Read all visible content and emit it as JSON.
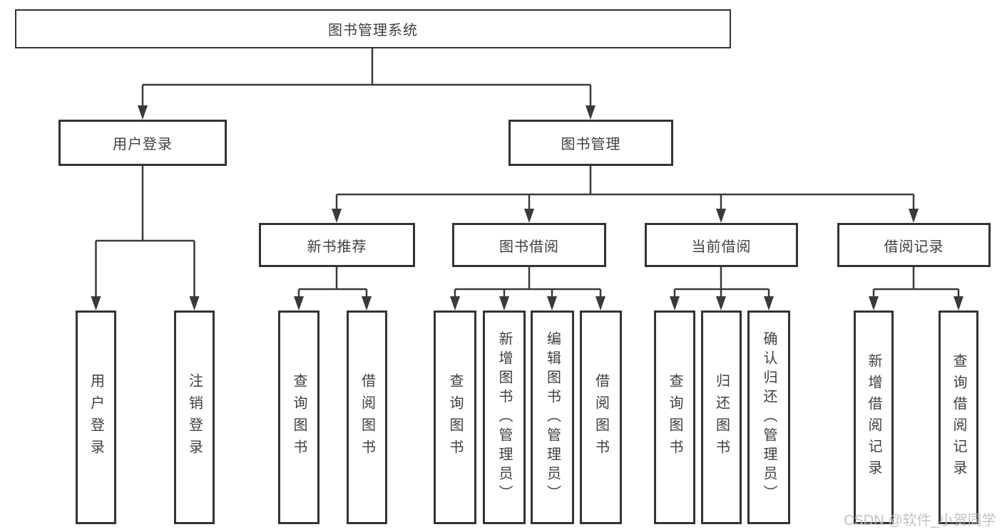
{
  "tree": {
    "root": {
      "label": "图书管理系统",
      "children": [
        {
          "label": "用户登录",
          "children": [
            {
              "label": "用户登录"
            },
            {
              "label": "注销登录"
            }
          ]
        },
        {
          "label": "图书管理",
          "children": [
            {
              "label": "新书推荐",
              "children": [
                {
                  "label": "查询图书"
                },
                {
                  "label": "借阅图书"
                }
              ]
            },
            {
              "label": "图书借阅",
              "children": [
                {
                  "label": "查询图书"
                },
                {
                  "label": "新增图书（管理员）"
                },
                {
                  "label": "编辑图书（管理员）"
                },
                {
                  "label": "借阅图书"
                }
              ]
            },
            {
              "label": "当前借阅",
              "children": [
                {
                  "label": "查询图书"
                },
                {
                  "label": "归还图书"
                },
                {
                  "label": "确认归还（管理员）"
                }
              ]
            },
            {
              "label": "借阅记录",
              "children": [
                {
                  "label": "新增借阅记录"
                },
                {
                  "label": "查询借阅记录"
                }
              ]
            }
          ]
        }
      ]
    }
  },
  "watermark": {
    "text": "CSDN @软件_小贺同学"
  },
  "colors": {
    "line": "#3a3a3a",
    "border": "#333333",
    "text": "#3f3f3f",
    "watermark": "#bdbdbd",
    "background": "#ffffff"
  }
}
